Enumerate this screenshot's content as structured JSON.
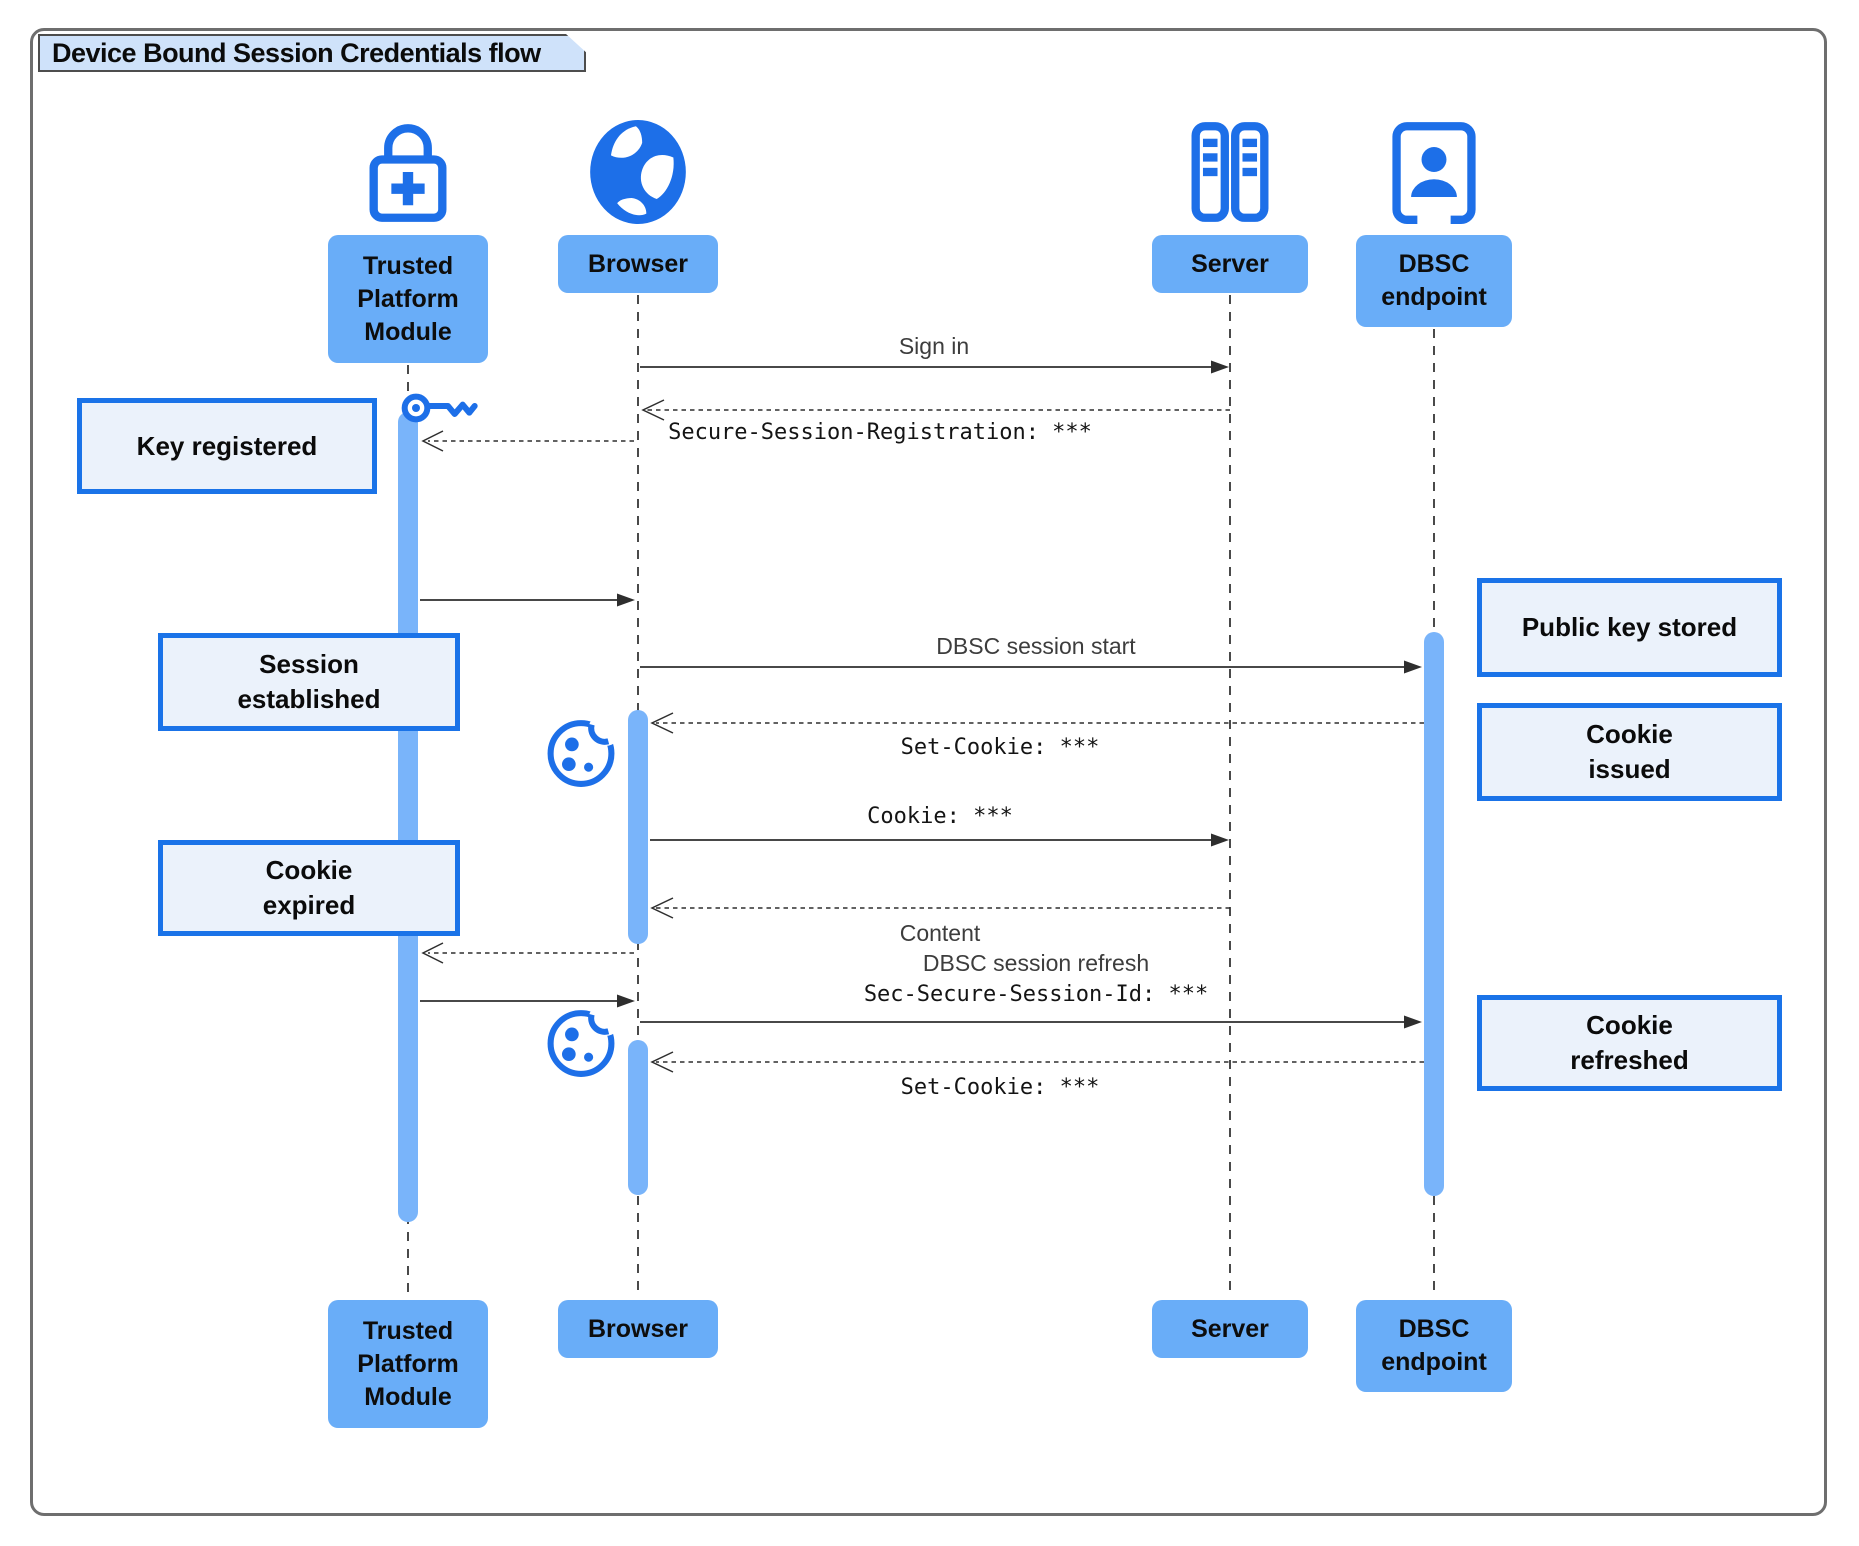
{
  "title": "Device Bound Session Credentials flow",
  "actors": {
    "tpm": {
      "label": "Trusted\nPlatform\nModule"
    },
    "browser": {
      "label": "Browser"
    },
    "server": {
      "label": "Server"
    },
    "dbsc": {
      "label": "DBSC\nendpoint"
    }
  },
  "messages": {
    "sign_in": "Sign in",
    "secure_session_registration": "Secure-Session-Registration: ***",
    "dbsc_session_start": "DBSC session start",
    "set_cookie_1": "Set-Cookie: ***",
    "cookie": "Cookie: ***",
    "content": "Content",
    "dbsc_session_refresh": "DBSC session refresh",
    "sec_secure_session_id": "Sec-Secure-Session-Id: ***",
    "set_cookie_2": "Set-Cookie: ***"
  },
  "notes": {
    "key_registered": "Key registered",
    "session_established": "Session\nestablished",
    "cookie_expired": "Cookie\nexpired",
    "public_key_stored": "Public key stored",
    "cookie_issued": "Cookie\nissued",
    "cookie_refreshed": "Cookie\nrefreshed"
  },
  "icons": {
    "tpm": "lock-plus-icon",
    "browser": "globe-icon",
    "server": "server-racks-icon",
    "dbsc": "endpoint-person-icon",
    "key": "key-icon",
    "cookie": "cookie-icon"
  },
  "colors": {
    "icon_blue": "#1d6fe8",
    "actor_fill": "#69adf8",
    "activation_fill": "#79b4fa",
    "note_fill": "#ebf2fb",
    "note_border": "#1a73e8",
    "title_fill": "#cfe2fa"
  }
}
